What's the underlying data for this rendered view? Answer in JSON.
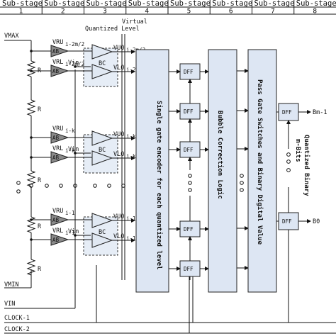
{
  "stages": {
    "label": "Sub-stage",
    "numbers": [
      "1",
      "2",
      "3",
      "4",
      "5",
      "6",
      "7",
      "8"
    ]
  },
  "virtual_level": {
    "line1": "Virtual",
    "line2": "Quantized Level"
  },
  "signals": {
    "vmax": "VMAX",
    "vmin": "VMIN",
    "vin_left": "VIN",
    "vin": "Vin",
    "clock1": "CLOCK-1",
    "clock2": "CLOCK-2",
    "resistor": "R",
    "ab": "AB",
    "bc": "BC",
    "dff": "DFF",
    "out_top": "Bm-1",
    "out_bottom": "B0"
  },
  "subscript_labels": {
    "group1": {
      "vru": "VRU",
      "vru_sub": "i-2m/2",
      "vrl": "VRL",
      "vrl_sub": "i-2m/2",
      "vuo": "VUO",
      "vuo_sub": "i-2m/2",
      "vlo": "VLO",
      "vlo_sub": "i-2m/2"
    },
    "group2": {
      "vru": "VRU",
      "vru_sub": "i-k",
      "vrl": "VRL",
      "vrl_sub": "i-k",
      "vuo": "VUO",
      "vuo_sub": "i-k",
      "vlo": "VLO",
      "vlo_sub": "i-k"
    },
    "group3": {
      "vru": "VRU",
      "vru_sub": "i-1",
      "vrl": "VRL",
      "vrl_sub": "i-1",
      "vuo": "VUO",
      "vuo_sub": "i-1",
      "vlo": "VLO",
      "vlo_sub": "i-1"
    }
  },
  "blocks": {
    "encoder": "Single gate encoder for each quantized level",
    "bubble": "Bubble Correction Logic",
    "pass_gate": "Pass Gate Switches and Binary Digital Value",
    "quantized_binary_1": "Quantized Binary",
    "quantized_binary_2": "m-Bits"
  },
  "colors": {
    "block_fill": "#dde6f3",
    "amp_fill": "#8a8a8a",
    "dashed_fill": "#e6edf6"
  }
}
